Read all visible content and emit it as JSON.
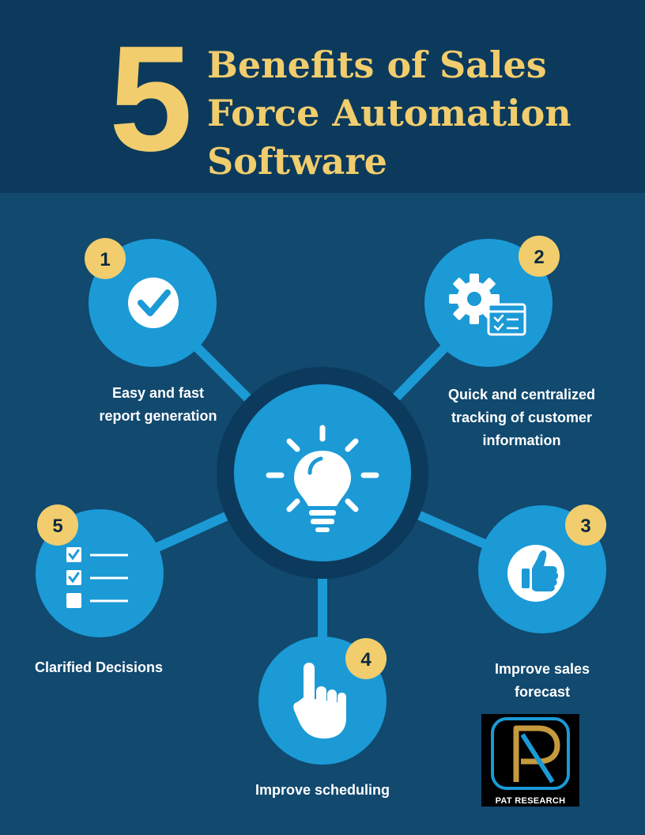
{
  "header": {
    "number": "5",
    "title_lines": [
      "Benefits of Sales",
      "Force Automation",
      "Software"
    ]
  },
  "benefits": [
    {
      "number": "1",
      "text": "Easy and fast report generation",
      "lines": [
        "Easy and fast",
        "report generation"
      ],
      "icon": "checkmark-icon"
    },
    {
      "number": "2",
      "text": "Quick and centralized tracking of customer information",
      "lines": [
        "Quick and centralized",
        "tracking of customer",
        "information"
      ],
      "icon": "gear-window-icon"
    },
    {
      "number": "3",
      "text": "Improve sales forecast",
      "lines": [
        "Improve sales",
        "forecast"
      ],
      "icon": "thumbs-up-icon"
    },
    {
      "number": "4",
      "text": "Improve scheduling",
      "lines": [
        "Improve scheduling"
      ],
      "icon": "pointing-hand-icon"
    },
    {
      "number": "5",
      "text": "Clarified Decisions",
      "lines": [
        "Clarified Decisions"
      ],
      "icon": "checklist-icon"
    }
  ],
  "center": {
    "icon": "lightbulb-icon"
  },
  "logo": {
    "text": "PAT RESEARCH",
    "monogram": "PR"
  },
  "colors": {
    "background": "#11496f",
    "header": "#0c3a5c",
    "accent_yellow": "#f1cd6d",
    "circle_blue": "#1b9ad6",
    "center_ring": "#0c3a5c",
    "text": "#ffffff"
  }
}
